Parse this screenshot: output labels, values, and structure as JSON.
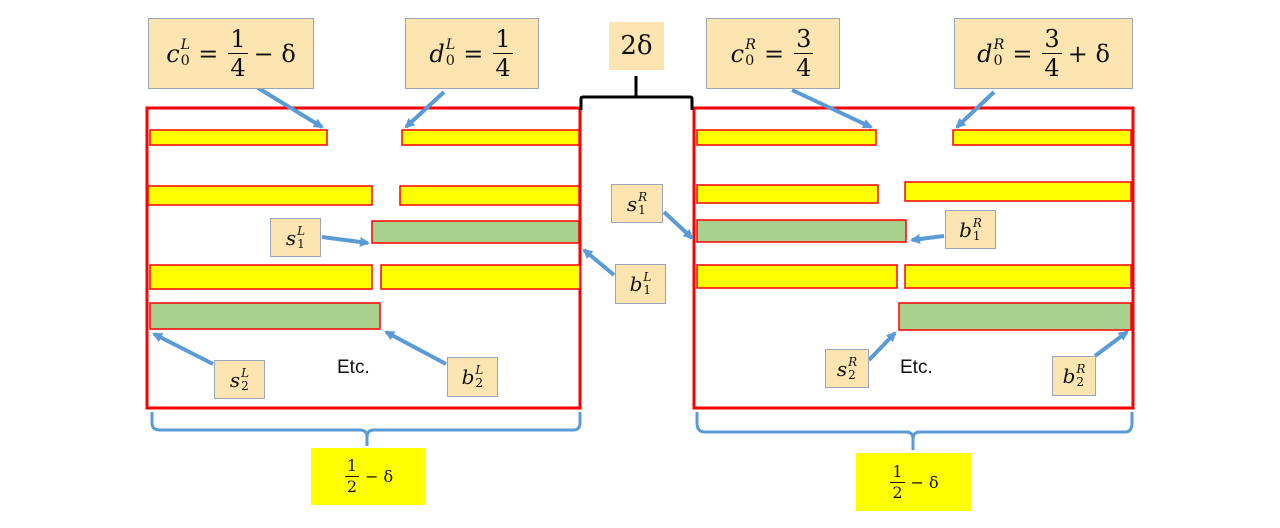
{
  "colors": {
    "frame": "#ff0000",
    "yellow_bar": "#ffff00",
    "green_bar": "#a9d18e",
    "label_box": "#fce5b0",
    "arrow": "#5b9bd5",
    "highlight_box": "#ffff00"
  },
  "gap_label": "2δ",
  "etc_label": "Etc.",
  "left": {
    "c0": {
      "symbol": "c",
      "sup": "L",
      "sub": "0",
      "frac_num": "1",
      "frac_den": "4",
      "suffix": "− δ"
    },
    "d0": {
      "symbol": "d",
      "sup": "L",
      "sub": "0",
      "frac_num": "1",
      "frac_den": "4"
    },
    "s1": {
      "symbol": "s",
      "sup": "L",
      "sub": "1"
    },
    "s2": {
      "symbol": "s",
      "sup": "L",
      "sub": "2"
    },
    "b1": {
      "symbol": "b",
      "sup": "L",
      "sub": "1"
    },
    "b2": {
      "symbol": "b",
      "sup": "L",
      "sub": "2"
    },
    "width": {
      "frac_num": "1",
      "frac_den": "2",
      "suffix": "− δ"
    }
  },
  "right": {
    "c0": {
      "symbol": "c",
      "sup": "R",
      "sub": "0",
      "frac_num": "3",
      "frac_den": "4"
    },
    "d0": {
      "symbol": "d",
      "sup": "R",
      "sub": "0",
      "frac_num": "3",
      "frac_den": "4",
      "suffix": "+ δ"
    },
    "s1": {
      "symbol": "s",
      "sup": "R",
      "sub": "1"
    },
    "s2": {
      "symbol": "s",
      "sup": "R",
      "sub": "2"
    },
    "b1": {
      "symbol": "b",
      "sup": "R",
      "sub": "1"
    },
    "b2": {
      "symbol": "b",
      "sup": "R",
      "sub": "2"
    },
    "width": {
      "frac_num": "1",
      "frac_den": "2",
      "suffix": "− δ"
    }
  }
}
